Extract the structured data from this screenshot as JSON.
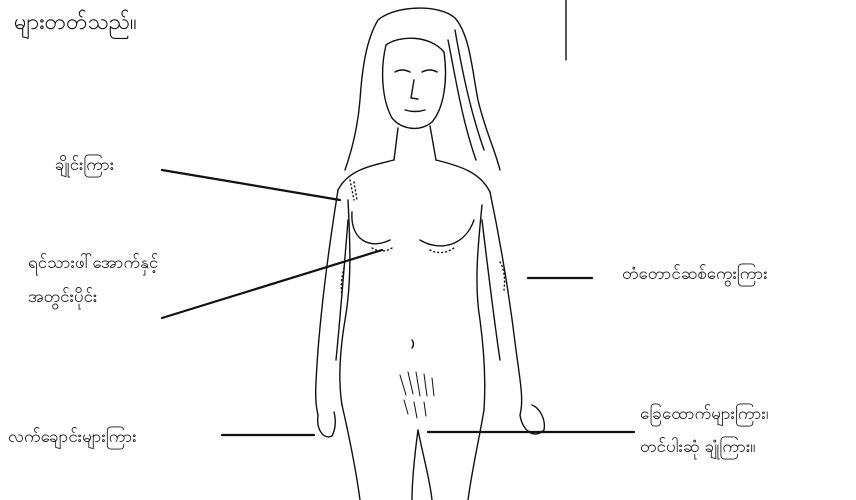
{
  "heading_fragment": "များတတ်သည်။",
  "labels": {
    "armpit": "ချိုင်းကြား",
    "under_breast_line1": "ရင်သားဖါ်အောက်နှင့်",
    "under_breast_line2": "အတွင်းပိုင်း",
    "upper_arm": "တံတောင်ဆစ်ကွေးကြား",
    "groin_line1": "ခြေထောက်များကြား၊",
    "groin_line2": "တင်ပါးဆုံ ချုံကြား။",
    "fingers": "လက်ချောင်းများကြား"
  },
  "colors": {
    "ink": "#111111",
    "background": "#ffffff"
  }
}
